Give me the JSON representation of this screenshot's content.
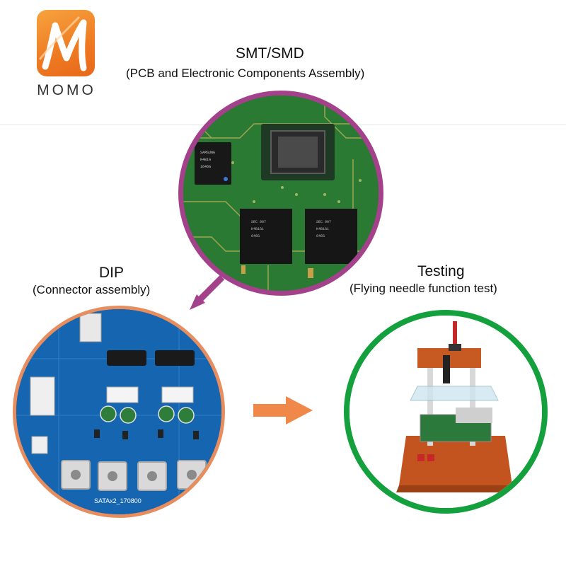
{
  "brand": {
    "logo_text": "MOMO",
    "accent": "#ee7a22"
  },
  "smt": {
    "title": "SMT/SMD",
    "subtitle": "(PCB and Electronic Components Assembly)",
    "ring_color": "#a3418a"
  },
  "dip": {
    "title": "DIP",
    "subtitle": "(Connector assembly)",
    "ring_color": "#e88d5e",
    "board_label": "SATAx2_170800"
  },
  "testing": {
    "title": "Testing",
    "subtitle": "(Flying needle function test)",
    "ring_color": "#13a03d"
  },
  "arrows": {
    "smt_to_dip_color": "#a3418a",
    "dip_to_test_color": "#f0884a"
  }
}
